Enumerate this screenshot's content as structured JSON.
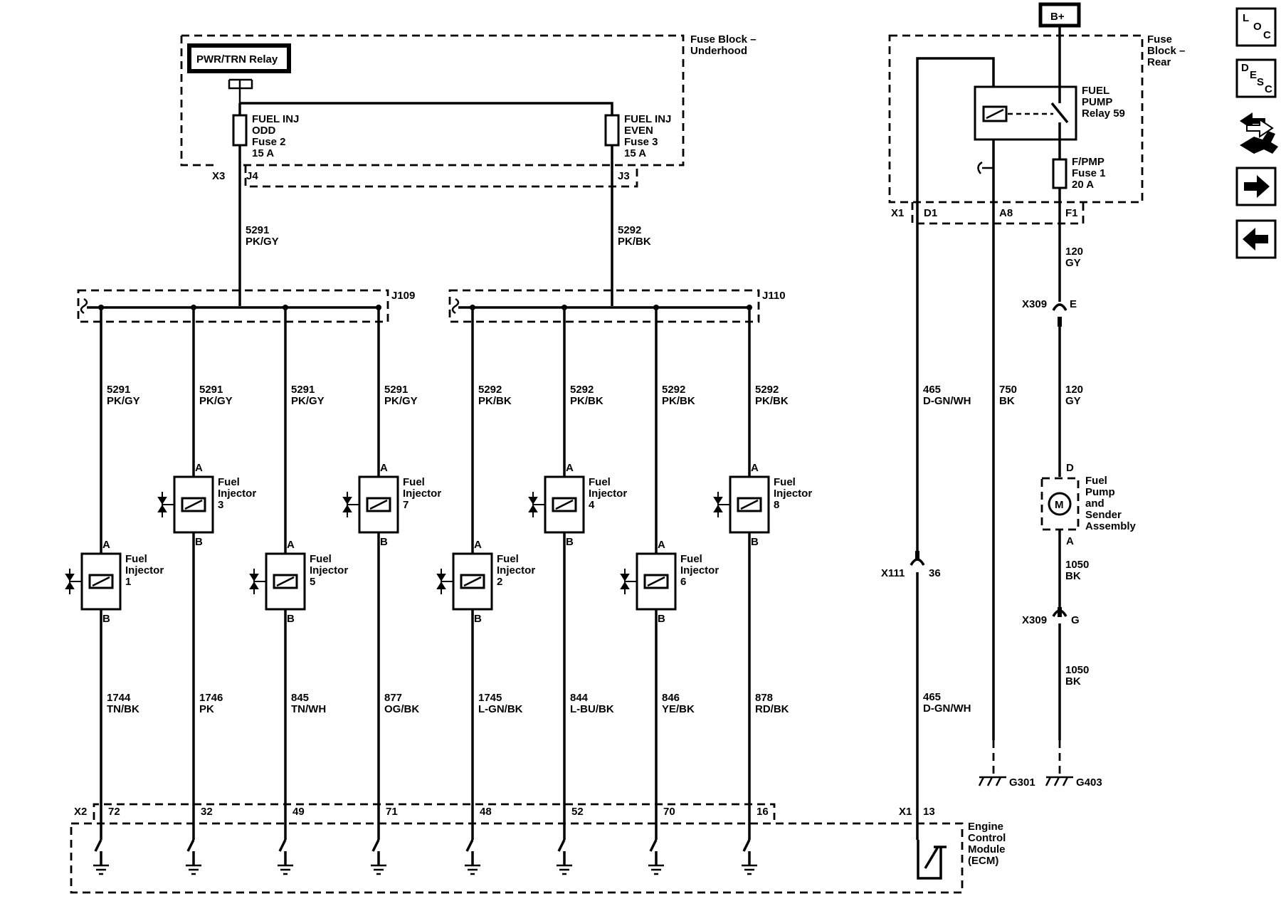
{
  "fuse_block_underhood": {
    "label1": "Fuse Block –",
    "label2": "Underhood",
    "relay": "PWR/TRN Relay",
    "fuse_odd": [
      "FUEL INJ",
      "ODD",
      "Fuse 2",
      "15 A"
    ],
    "fuse_even": [
      "FUEL INJ",
      "EVEN",
      "Fuse 3",
      "15 A"
    ],
    "conn": "X3",
    "pin_odd": "J4",
    "pin_even": "J3"
  },
  "feed_odd": [
    "5291",
    "PK/GY"
  ],
  "feed_even": [
    "5292",
    "PK/BK"
  ],
  "splice_odd": "J109",
  "splice_even": "J110",
  "injectors": [
    {
      "num": "1",
      "feed": [
        "5291",
        "PK/GY"
      ],
      "out": [
        "1744",
        "TN/BK"
      ],
      "pin": "72"
    },
    {
      "num": "3",
      "feed": [
        "5291",
        "PK/GY"
      ],
      "out": [
        "1746",
        "PK"
      ],
      "pin": "32"
    },
    {
      "num": "5",
      "feed": [
        "5291",
        "PK/GY"
      ],
      "out": [
        "845",
        "TN/WH"
      ],
      "pin": "49"
    },
    {
      "num": "7",
      "feed": [
        "5291",
        "PK/GY"
      ],
      "out": [
        "877",
        "OG/BK"
      ],
      "pin": "71"
    },
    {
      "num": "2",
      "feed": [
        "5292",
        "PK/BK"
      ],
      "out": [
        "1745",
        "L-GN/BK"
      ],
      "pin": "48"
    },
    {
      "num": "4",
      "feed": [
        "5292",
        "PK/BK"
      ],
      "out": [
        "844",
        "L-BU/BK"
      ],
      "pin": "52"
    },
    {
      "num": "6",
      "feed": [
        "5292",
        "PK/BK"
      ],
      "out": [
        "846",
        "YE/BK"
      ],
      "pin": "70"
    },
    {
      "num": "8",
      "feed": [
        "5292",
        "PK/BK"
      ],
      "out": [
        "878",
        "RD/BK"
      ],
      "pin": "16"
    }
  ],
  "injector_label": [
    "Fuel",
    "Injector"
  ],
  "pin_a": "A",
  "pin_b": "B",
  "ecm": {
    "lines": [
      "Engine",
      "Control",
      "Module",
      "(ECM)"
    ],
    "conn_x2": "X2",
    "conn_x1": "X1",
    "pin_x1": "13"
  },
  "fuse_block_rear": {
    "label": [
      "Fuse",
      "Block –",
      "Rear"
    ],
    "battery": "B+",
    "relay": [
      "FUEL",
      "PUMP",
      "Relay 59"
    ],
    "fuse": [
      "F/PMP",
      "Fuse 1",
      "20 A"
    ],
    "conn": "X1",
    "pins": [
      "D1",
      "A8",
      "F1"
    ]
  },
  "wire_465_top": [
    "465",
    "D-GN/WH"
  ],
  "wire_465_bottom": [
    "465",
    "D-GN/WH"
  ],
  "wire_750": [
    "750",
    "BK"
  ],
  "wire_120_top": [
    "120",
    "GY"
  ],
  "wire_120_mid": [
    "120",
    "GY"
  ],
  "wire_1050_top": [
    "1050",
    "BK"
  ],
  "wire_1050_bottom": [
    "1050",
    "BK"
  ],
  "x309_upper": {
    "conn": "X309",
    "pin": "E"
  },
  "x309_lower": {
    "conn": "X309",
    "pin": "G"
  },
  "x111": {
    "conn": "X111",
    "pin": "36"
  },
  "pump": {
    "pin_top": "D",
    "pin_bottom": "A",
    "symbol": "M",
    "label": [
      "Fuel",
      "Pump",
      "and",
      "Sender",
      "Assembly"
    ]
  },
  "grounds": [
    "G301",
    "G403"
  ],
  "nav": {
    "loc": [
      "L",
      "O",
      "C"
    ],
    "desc": [
      "D",
      "E",
      "S",
      "C"
    ]
  }
}
